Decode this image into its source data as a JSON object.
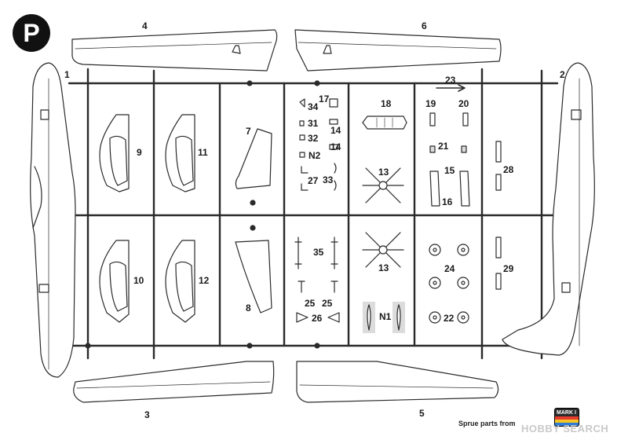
{
  "sheet": {
    "sprue_letter": "P",
    "footer_credit": "Sprue parts from",
    "brand_mark": "MARK I",
    "watermark": "HOBBY SEARCH"
  },
  "part_numbers": {
    "p1": "1",
    "p2": "2",
    "p3": "3",
    "p4": "4",
    "p5": "5",
    "p6": "6",
    "p7": "7",
    "p8": "8",
    "p9": "9",
    "p10": "10",
    "p11": "11",
    "p12": "12",
    "p13a": "13",
    "p13b": "13",
    "p14a": "14",
    "p14b": "14",
    "p15": "15",
    "p16": "16",
    "p17": "17",
    "p18": "18",
    "p19": "19",
    "p20": "20",
    "p21": "21",
    "p22": "22",
    "p23": "23",
    "p24": "24",
    "p25a": "25",
    "p25b": "25",
    "p26": "26",
    "p27": "27",
    "p28": "28",
    "p29": "29",
    "p31": "31",
    "p32": "32",
    "p33": "33",
    "p34": "34",
    "p35": "35",
    "n1": "N1",
    "n2": "N2"
  },
  "colors": {
    "line": "#2a2a2a",
    "part_fill": "#ffffff",
    "clear_part_shade": "#dcdcdc",
    "badge": "#111111"
  }
}
